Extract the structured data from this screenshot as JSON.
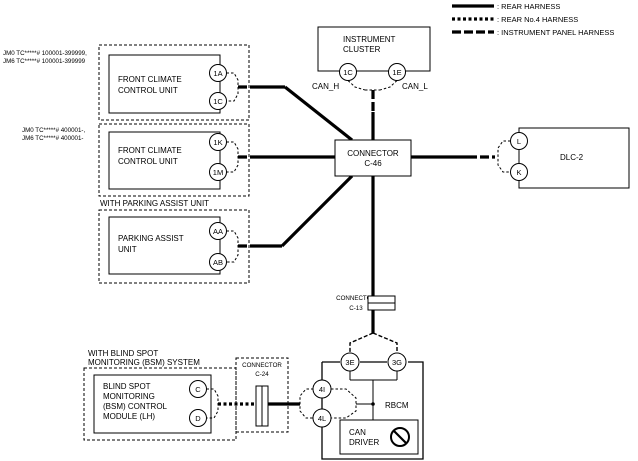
{
  "legend": [
    {
      "style": "solid",
      "text": ": REAR HARNESS"
    },
    {
      "style": "dotted",
      "text": ": REAR No.4 HARNESS"
    },
    {
      "style": "dashed",
      "text": ": INSTRUMENT PANEL HARNESS"
    }
  ],
  "instrument_cluster": {
    "line1": "INSTRUMENT",
    "line2": "CLUSTER",
    "pin_h": "1C",
    "pin_l": "1E",
    "can_h": "CAN_H",
    "can_l": "CAN_L"
  },
  "fcu_a": {
    "note1": "JM0 TC*****# 100001-399999,",
    "note2": "JM6 TC*****# 100001-399999",
    "line1": "FRONT CLIMATE",
    "line2": "CONTROL UNIT",
    "pin1": "1A",
    "pin2": "1C"
  },
  "fcu_b": {
    "note1": "JM0 TC*****# 400001-,",
    "note2": "JM6 TC*****# 400001-",
    "line1": "FRONT CLIMATE",
    "line2": "CONTROL UNIT",
    "pin1": "1K",
    "pin2": "1M"
  },
  "parking": {
    "header": "WITH PARKING ASSIST UNIT",
    "line1": "PARKING ASSIST",
    "line2": "UNIT",
    "pin1": "AA",
    "pin2": "AB"
  },
  "connector_c46": {
    "line1": "CONNECTOR",
    "line2": "C-46"
  },
  "dlc": {
    "label": "DLC-2",
    "pin1": "L",
    "pin2": "K"
  },
  "connector_c13": {
    "line1": "CONNECTOR",
    "line2": "C-13"
  },
  "bsm": {
    "header1": "WITH BLIND SPOT",
    "header2": "MONITORING (BSM) SYSTEM",
    "line1": "BLIND SPOT",
    "line2": "MONITORING",
    "line3": "(BSM) CONTROL",
    "line4": "MODULE (LH)",
    "pin1": "C",
    "pin2": "D"
  },
  "connector_c24": {
    "line1": "CONNECTOR",
    "line2": "C-24"
  },
  "rbcm": {
    "label": "RBCM",
    "pin_3e": "3E",
    "pin_3g": "3G",
    "pin_4i": "4I",
    "pin_4l": "4L",
    "can1": "CAN",
    "can2": "DRIVER"
  }
}
